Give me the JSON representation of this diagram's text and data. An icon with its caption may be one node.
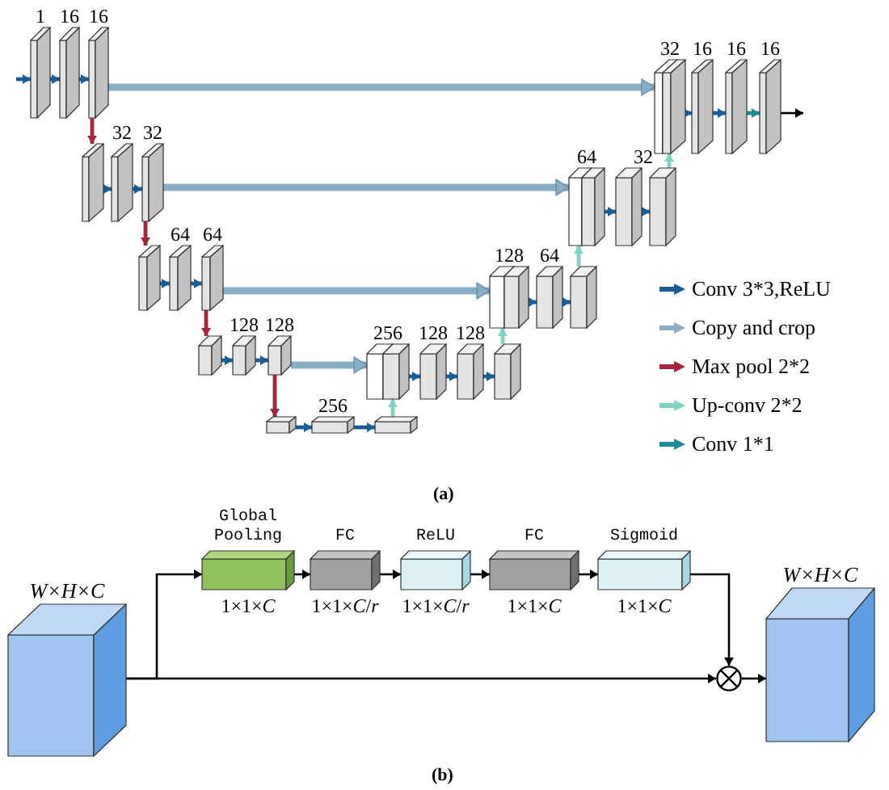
{
  "diagram": {
    "nodes": [
      {
        "text": [
          "1"
        ]
      },
      {
        "text": [
          "16"
        ]
      },
      {
        "text": [
          "16"
        ]
      },
      {
        "text": [],
        "shape": "box"
      },
      {
        "text": [
          "32"
        ]
      },
      {
        "text": [
          "32"
        ]
      },
      {
        "text": [],
        "shape": "box"
      },
      {
        "text": [
          "64"
        ]
      },
      {
        "text": [
          "64"
        ]
      },
      {
        "text": [],
        "shape": "box"
      },
      {
        "text": [
          "128"
        ]
      },
      {
        "text": [
          "128"
        ]
      },
      {
        "text": [],
        "shape": "box"
      },
      {
        "text": [
          "256"
        ]
      },
      {
        "text": [],
        "shape": "box"
      },
      {
        "text": [
          "256"
        ]
      },
      {
        "text": [
          "128"
        ]
      },
      {
        "text": [
          "128"
        ]
      },
      {
        "text": [],
        "shape": "box"
      },
      {
        "text": [
          "128"
        ]
      },
      {
        "text": [
          "64"
        ]
      },
      {
        "text": [],
        "shape": "box"
      },
      {
        "text": [
          "64"
        ]
      },
      {
        "text": [],
        "shape": "box"
      },
      {
        "text": [
          "32"
        ]
      },
      {
        "text": [
          "32"
        ]
      },
      {
        "text": [
          "16"
        ]
      },
      {
        "text": [
          "16"
        ]
      },
      {
        "text": [
          "16"
        ]
      },
      {
        "text": [
          "W×H×C"
        ]
      },
      {
        "text": [
          "Global Pooling"
        ],
        "beside": [
          "1×1×*C*"
        ]
      },
      {
        "text": [
          "FC"
        ],
        "beside": [
          "1×1×*C*/*r*"
        ]
      },
      {
        "text": [
          "ReLU"
        ],
        "beside": [
          "1×1×*C*/*r*"
        ]
      },
      {
        "text": [
          "FC"
        ],
        "beside": [
          "1×1×*C*"
        ]
      },
      {
        "text": [
          "Sigmoid"
        ],
        "beside": [
          "1×1×*C*"
        ]
      },
      {
        "text": [],
        "shape": "circle"
      },
      {
        "text": [
          "W×H×C"
        ]
      }
    ],
    "edges": [
      {
        "from": null,
        "to": 0,
        "arrow": "to"
      },
      {
        "from": 0,
        "to": 1,
        "arrow": "to"
      },
      {
        "from": 1,
        "to": 2,
        "arrow": "to"
      },
      {
        "from": 2,
        "to": 3,
        "arrow": "to",
        "color": "#a3263c"
      },
      {
        "from": 2,
        "to": 25,
        "arrow": "to",
        "style": "thick",
        "color": "#8aaec4"
      },
      {
        "from": 3,
        "to": 4,
        "arrow": "to"
      },
      {
        "from": 4,
        "to": 5,
        "arrow": "to"
      },
      {
        "from": 5,
        "to": 6,
        "arrow": "to",
        "color": "#a3263c"
      },
      {
        "from": 5,
        "to": 22,
        "arrow": "to",
        "style": "thick",
        "color": "#8aaec4"
      },
      {
        "from": 6,
        "to": 7,
        "arrow": "to"
      },
      {
        "from": 7,
        "to": 8,
        "arrow": "to"
      },
      {
        "from": 8,
        "to": 9,
        "arrow": "to",
        "color": "#a3263c"
      },
      {
        "from": 8,
        "to": 19,
        "arrow": "to",
        "style": "thick",
        "color": "#8aaec4"
      },
      {
        "from": 9,
        "to": 10,
        "arrow": "to"
      },
      {
        "from": 10,
        "to": 11,
        "arrow": "to"
      },
      {
        "from": 11,
        "to": 12,
        "arrow": "to",
        "color": "#a3263c"
      },
      {
        "from": 11,
        "to": 15,
        "arrow": "to",
        "style": "thick",
        "color": "#8aaec4"
      },
      {
        "from": 12,
        "to": 13,
        "arrow": "to"
      },
      {
        "from": 13,
        "to": 14,
        "arrow": "to"
      },
      {
        "from": 14,
        "to": 15,
        "arrow": "to",
        "color": "#7fd3c2"
      },
      {
        "from": 15,
        "to": 16,
        "arrow": "to"
      },
      {
        "from": 16,
        "to": 17,
        "arrow": "to"
      },
      {
        "from": 17,
        "to": 18,
        "arrow": "to"
      },
      {
        "from": 18,
        "to": 19,
        "arrow": "to",
        "color": "#7fd3c2"
      },
      {
        "from": 19,
        "to": 20,
        "arrow": "to"
      },
      {
        "from": 20,
        "to": 21,
        "arrow": "to"
      },
      {
        "from": 21,
        "to": 22,
        "arrow": "to",
        "color": "#7fd3c2"
      },
      {
        "from": 22,
        "to": 23,
        "arrow": "to"
      },
      {
        "from": 23,
        "to": 24,
        "arrow": "to"
      },
      {
        "from": 24,
        "to": 25,
        "arrow": "to",
        "color": "#7fd3c2"
      },
      {
        "from": 25,
        "to": 26,
        "arrow": "to"
      },
      {
        "from": 26,
        "to": 27,
        "arrow": "to"
      },
      {
        "from": 27,
        "to": 28,
        "arrow": "to",
        "color": "#1f8a96"
      },
      {
        "from": 28,
        "to": null,
        "arrow": "to",
        "color": "#000000"
      },
      {
        "from": 29,
        "to": 30,
        "arrow": "to",
        "color": "#000000"
      },
      {
        "from": 29,
        "to": 35,
        "arrow": "to",
        "color": "#000000"
      },
      {
        "from": 30,
        "to": 31,
        "arrow": "to",
        "color": "#000000"
      },
      {
        "from": 31,
        "to": 32,
        "arrow": "to",
        "color": "#000000"
      },
      {
        "from": 32,
        "to": 33,
        "arrow": "to",
        "color": "#000000"
      },
      {
        "from": 33,
        "to": 34,
        "arrow": "to",
        "color": "#000000"
      },
      {
        "from": 34,
        "to": 35,
        "arrow": "to",
        "color": "#000000"
      },
      {
        "from": 35,
        "to": 36,
        "arrow": "to",
        "color": "#000000"
      }
    ],
    "labels": [
      "(a)",
      "(b)"
    ],
    "legend": [
      {
        "text": "Conv 3*3,ReLU"
      },
      {
        "text": "Copy and crop"
      },
      {
        "text": "Max pool 2*2"
      },
      {
        "text": "Up-conv 2*2"
      },
      {
        "text": "Conv 1*1"
      }
    ]
  }
}
